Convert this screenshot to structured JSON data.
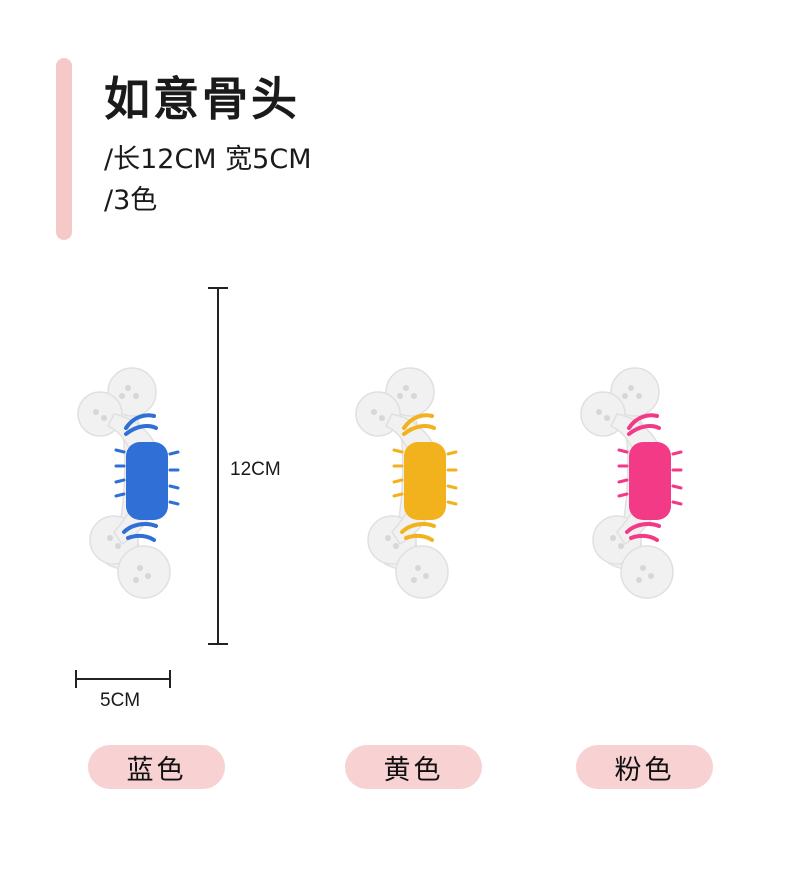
{
  "header": {
    "title": "如意骨头",
    "spec_size": "/长12CM 宽5CM",
    "spec_colors": "/3色"
  },
  "dimensions": {
    "height_label": "12CM",
    "width_label": "5CM"
  },
  "variants": [
    {
      "label": "蓝色",
      "color": "#2f6fd6"
    },
    {
      "label": "黄色",
      "color": "#f2b21e"
    },
    {
      "label": "粉色",
      "color": "#f23a86"
    }
  ],
  "colors": {
    "accent_bar": "#f6c9c9",
    "pill_bg": "#f8d2d2"
  }
}
